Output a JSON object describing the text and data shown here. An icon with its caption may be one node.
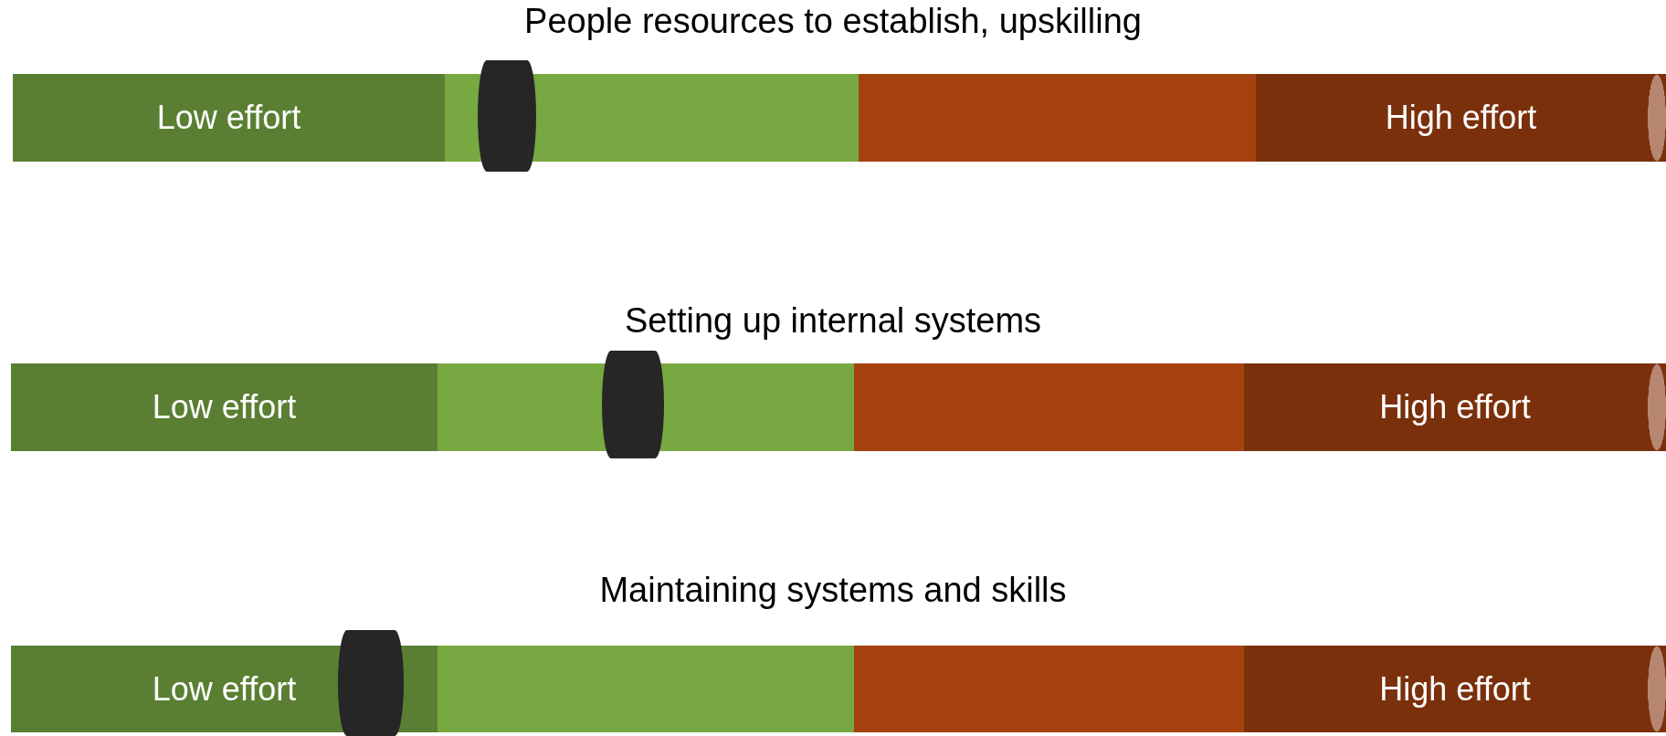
{
  "diagram": {
    "nodes": [
      {
        "text": [
          "Low effort"
        ]
      },
      {
        "text": [],
        "shape": "bar"
      },
      {
        "text": [],
        "shape": "bar"
      },
      {
        "text": [
          "High effort"
        ]
      },
      {
        "text": [],
        "shape": "cylinder"
      },
      {
        "text": [
          "Low effort"
        ]
      },
      {
        "text": [],
        "shape": "bar"
      },
      {
        "text": [],
        "shape": "bar"
      },
      {
        "text": [
          "High effort"
        ]
      },
      {
        "text": [],
        "shape": "cylinder"
      },
      {
        "text": [
          "Low effort"
        ]
      },
      {
        "text": [],
        "shape": "bar"
      },
      {
        "text": [],
        "shape": "bar"
      },
      {
        "text": [
          "High effort"
        ]
      },
      {
        "text": [],
        "shape": "cylinder"
      }
    ],
    "labels": [
      "People resources to establish, upskilling",
      "Setting up internal systems",
      "Maintaining systems and skills"
    ]
  }
}
